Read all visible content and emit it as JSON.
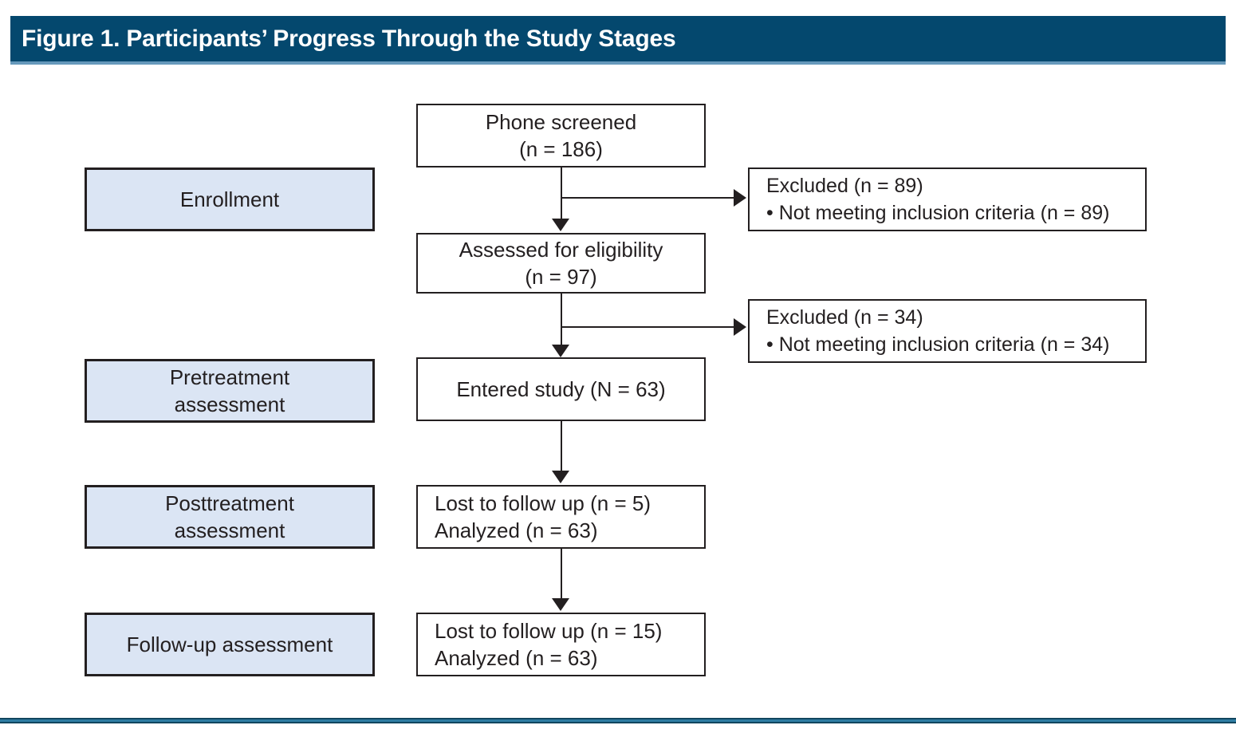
{
  "colors": {
    "header_bg": "#04486e",
    "header_underline": "#6699bb",
    "stage_fill": "#dbe5f4",
    "box_border": "#231f20",
    "bottom_rule_teal": "#2e7da3",
    "bottom_rule_edge": "#12465f"
  },
  "header": {
    "title": "Figure 1. Participants’ Progress Through the Study Stages"
  },
  "stages": {
    "enrollment": "Enrollment",
    "pretreatment": "Pretreatment\nassessment",
    "posttreatment": "Posttreatment\nassessment",
    "followup": "Follow-up assessment"
  },
  "flow": {
    "phone_screened": "Phone screened\n(n = 186)",
    "assessed_eligibility": "Assessed for eligibility\n(n = 97)",
    "entered_study": "Entered study (N = 63)",
    "posttreatment_outcome": "Lost to follow up (n = 5)\nAnalyzed (n = 63)",
    "followup_outcome": "Lost to follow up (n = 15)\nAnalyzed (n = 63)"
  },
  "exclusions": {
    "after_phone_screen": "Excluded (n = 89)\n• Not meeting inclusion criteria (n = 89)",
    "after_eligibility": "Excluded (n = 34)\n• Not meeting inclusion criteria (n = 34)"
  }
}
